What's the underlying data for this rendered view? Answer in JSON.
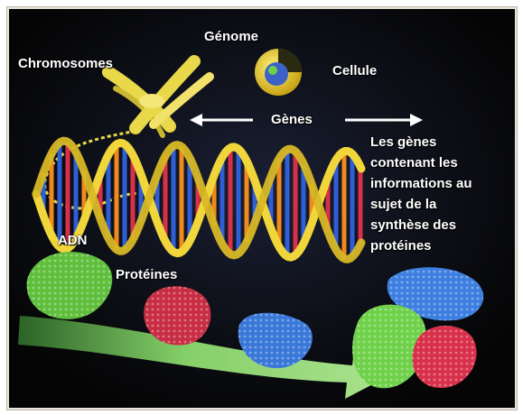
{
  "labels": {
    "genome": "Génome",
    "chromosomes": "Chromosomes",
    "cellule": "Cellule",
    "genes": "Gènes",
    "adn": "ADN",
    "proteines": "Protéines",
    "description": "Les gènes contenant les informations au sujet de la synthèse des protéines"
  },
  "colors": {
    "background": "#050505",
    "chromosome": "#e8d84a",
    "helix_strand": "#f0d63a",
    "base_blue": "#2f5fd6",
    "base_orange": "#f08a1e",
    "protein_green": "#6fd14a",
    "protein_red": "#d8304a",
    "protein_blue": "#3d7fe0",
    "arrow_green": "#7ee06a",
    "label_text": "#ffffff"
  }
}
